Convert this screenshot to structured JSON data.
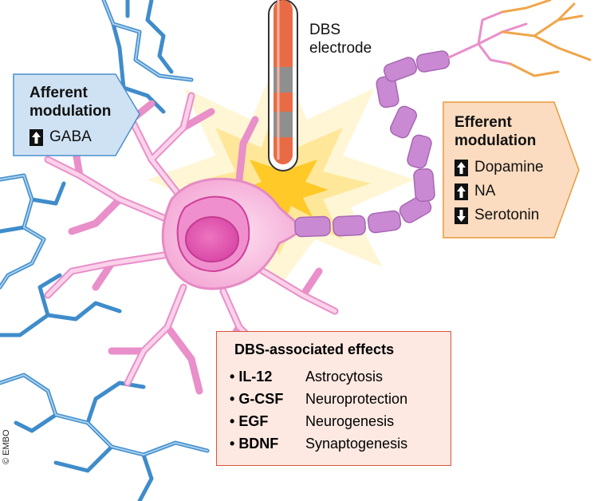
{
  "electrode": {
    "line1": "DBS",
    "line2": "electrode"
  },
  "afferent": {
    "title_line1": "Afferent",
    "title_line2": "modulation",
    "items": [
      {
        "direction": "up",
        "label": "GABA"
      }
    ]
  },
  "efferent": {
    "title_line1": "Efferent",
    "title_line2": "modulation",
    "items": [
      {
        "direction": "up",
        "label": "Dopamine"
      },
      {
        "direction": "up",
        "label": "NA"
      },
      {
        "direction": "down",
        "label": "Serotonin"
      }
    ]
  },
  "effects": {
    "title": "DBS-associated effects",
    "rows": [
      {
        "factor": "IL-12",
        "effect": "Astrocytosis"
      },
      {
        "factor": "G-CSF",
        "effect": "Neuroprotection"
      },
      {
        "factor": "EGF",
        "effect": "Neurogenesis"
      },
      {
        "factor": "BDNF",
        "effect": "Synaptogenesis"
      }
    ]
  },
  "credit": "© EMBO",
  "colors": {
    "neuron_pink": "#f6b7dc",
    "neuron_outline": "#e58bc4",
    "nucleus": "#e45db2",
    "axon_purple": "#c98ad3",
    "afferent_blue": "#5aa0d4",
    "efferent_orange": "#f0a54a",
    "electrode_orange": "#e96b45",
    "electrode_gray": "#8f8f8f",
    "glow_yellow": "#ffd94a",
    "afferent_box": "#cfe2f4",
    "efferent_box": "#fcdcc0",
    "effects_box": "#fde9e2"
  }
}
